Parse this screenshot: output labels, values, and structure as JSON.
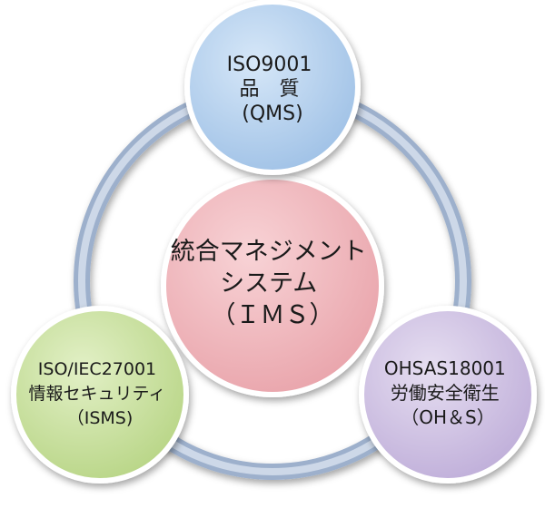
{
  "diagram": {
    "center": {
      "lines": [
        "統合マネジメント",
        "システム",
        "（ＩＭＳ）"
      ],
      "fill": "#f2b6bb"
    },
    "nodes": {
      "qms": {
        "lines": [
          "ISO9001",
          "品　質",
          "(QMS)"
        ],
        "fill": "#b8d3ef"
      },
      "isms": {
        "lines": [
          "ISO/IEC27001",
          "情報セキュリティ",
          "（ISMS)"
        ],
        "fill": "#cde3a3"
      },
      "ohs": {
        "lines": [
          "OHSAS18001",
          "労働安全衛生",
          "（OH＆S）"
        ],
        "fill": "#d2c6e4"
      }
    },
    "ring_color": "#a9b9d2"
  }
}
